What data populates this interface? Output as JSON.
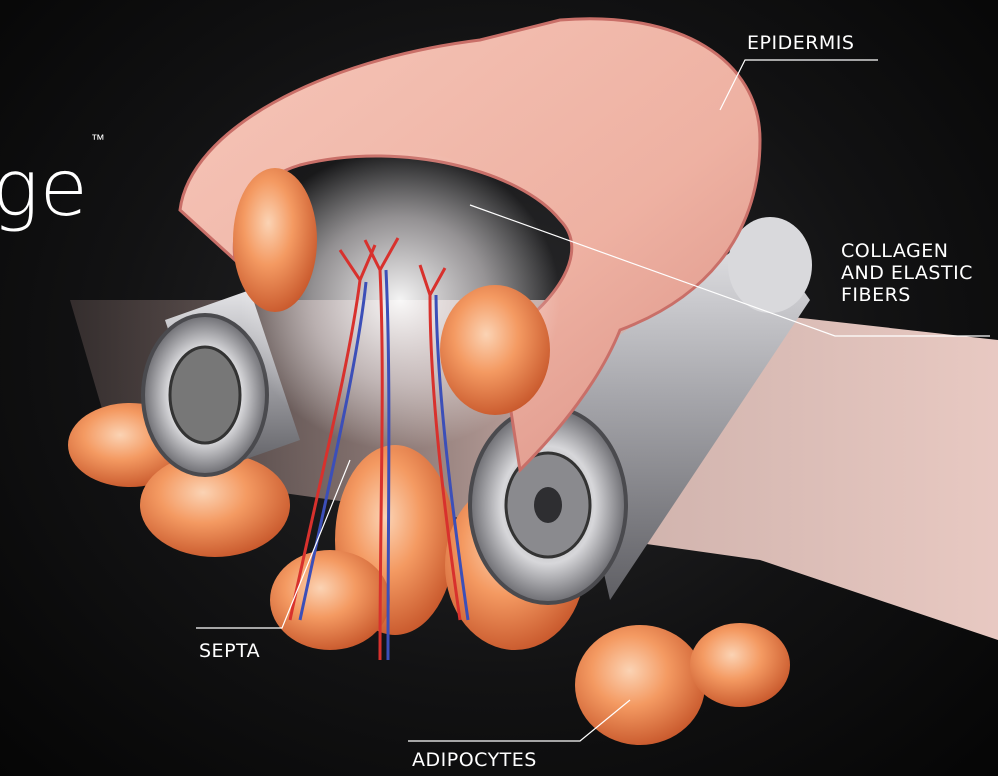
{
  "brand": {
    "text": "ge",
    "trademark": "™"
  },
  "labels": {
    "epidermis": "EPIDERMIS",
    "collagen": [
      "COLLAGEN",
      "AND ELASTIC",
      "FIBERS"
    ],
    "septa": "SEPTA",
    "adipocytes": "ADIPOCYTES"
  },
  "colors": {
    "skin": "#f0b7a8",
    "skin_edge": "#c96f68",
    "fat_cell": "#f08a4e",
    "roller": "#b9b9bd",
    "background": "#0b0b0c",
    "artery": "#d8312d",
    "vein": "#3c4fb8"
  }
}
